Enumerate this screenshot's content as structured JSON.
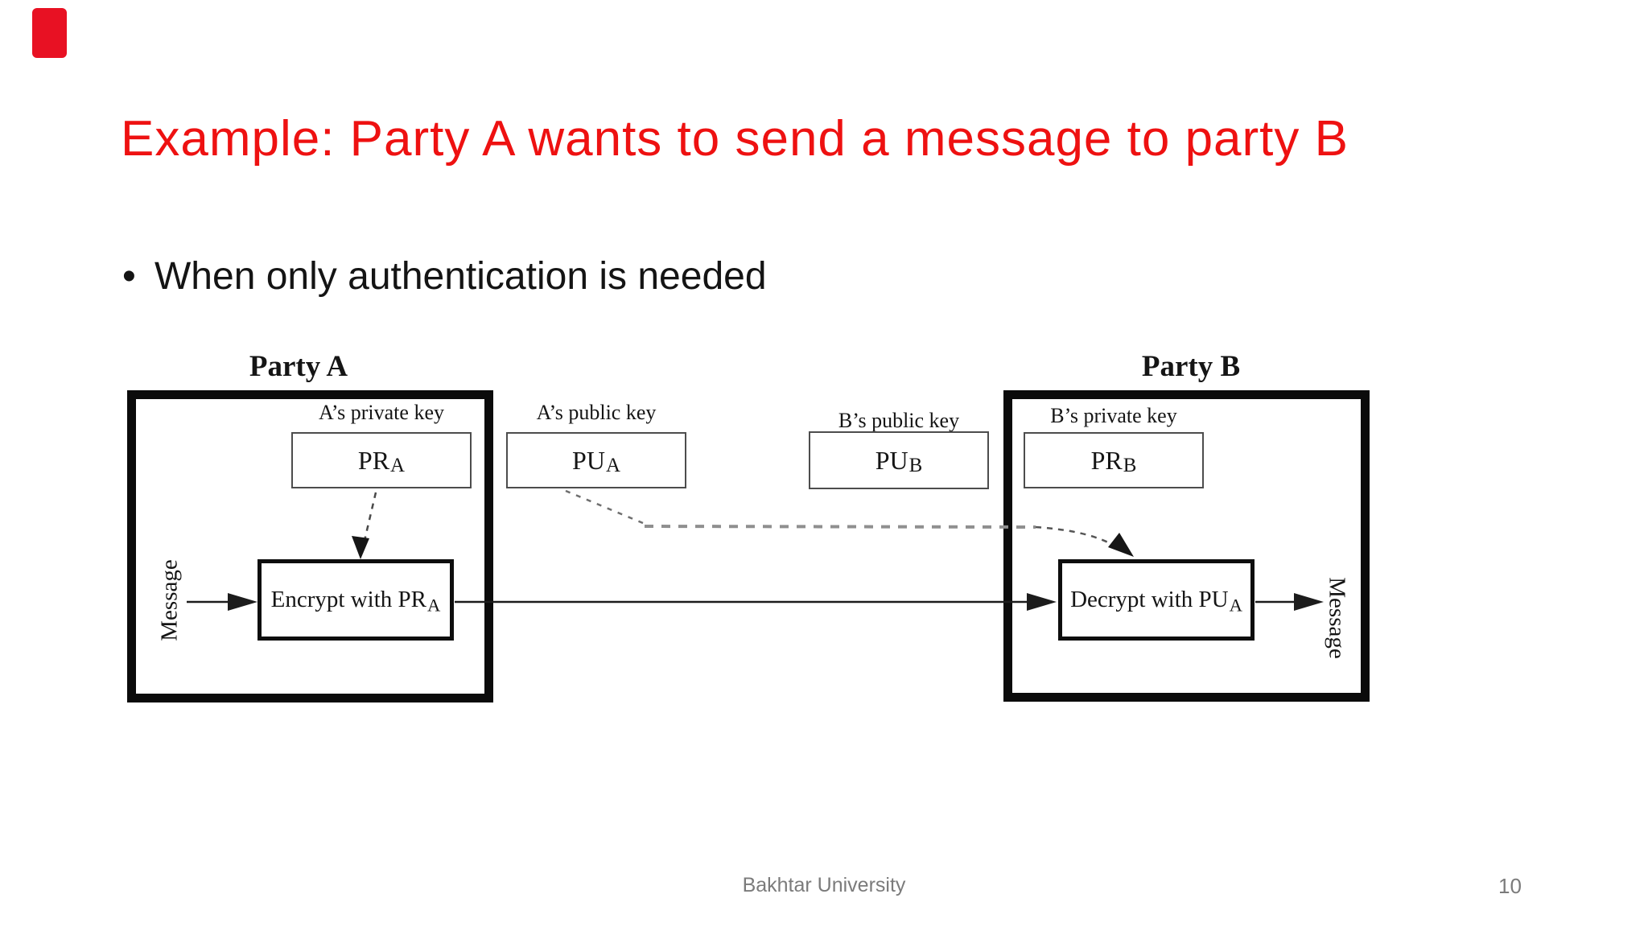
{
  "slide": {
    "title": "Example: Party A wants to send a message to party B",
    "title_color": "#ee1111",
    "corner_marker_color": "#e81123",
    "bullet_glyph": "•",
    "bullet": "When only authentication is needed",
    "footer": "Bakhtar University",
    "page_number": "10"
  },
  "diagram": {
    "party_a_label": "Party A",
    "party_b_label": "Party B",
    "message_left": "Message",
    "message_right": "Message",
    "keys": [
      {
        "caption": "A’s private key",
        "base": "PR",
        "sub": "A"
      },
      {
        "caption": "A’s public key",
        "base": "PU",
        "sub": "A"
      },
      {
        "caption": "B’s public key",
        "base": "PU",
        "sub": "B"
      },
      {
        "caption": "B’s private key",
        "base": "PR",
        "sub": "B"
      }
    ],
    "encrypt": {
      "base": "Encrypt with PR",
      "sub": "A"
    },
    "decrypt": {
      "base": "Decrypt with PU",
      "sub": "A"
    },
    "line_color": "#1c1c1c",
    "dash_color": "#8f8f8f"
  }
}
